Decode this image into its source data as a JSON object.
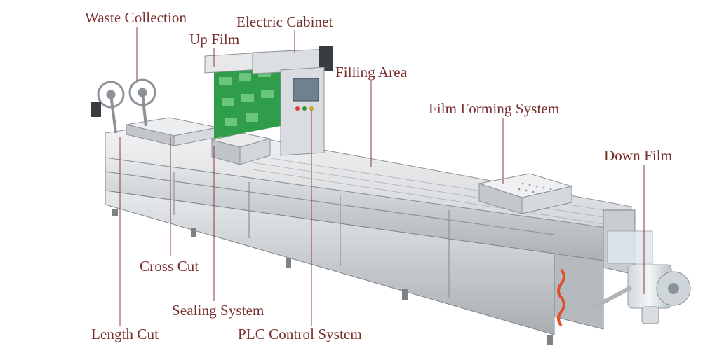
{
  "labels": {
    "waste_collection": "Waste Collection",
    "electric_cabinet": "Electric Cabinet",
    "up_film": "Up Film",
    "filling_area": "Filling Area",
    "film_forming_system": "Film Forming System",
    "down_film": "Down Film",
    "cross_cut": "Cross Cut",
    "sealing_system": "Sealing System",
    "length_cut": "Length Cut",
    "plc_control_system": "PLC Control System"
  },
  "colors": {
    "label_text": "#7a2e2e",
    "leader_line": "#8a3a3a",
    "steel_light": "#e4e6e8",
    "steel_mid": "#b9bdc1",
    "steel_dark": "#8d9297",
    "film_green": "#3fae55",
    "hose_orange": "#e0502a"
  }
}
